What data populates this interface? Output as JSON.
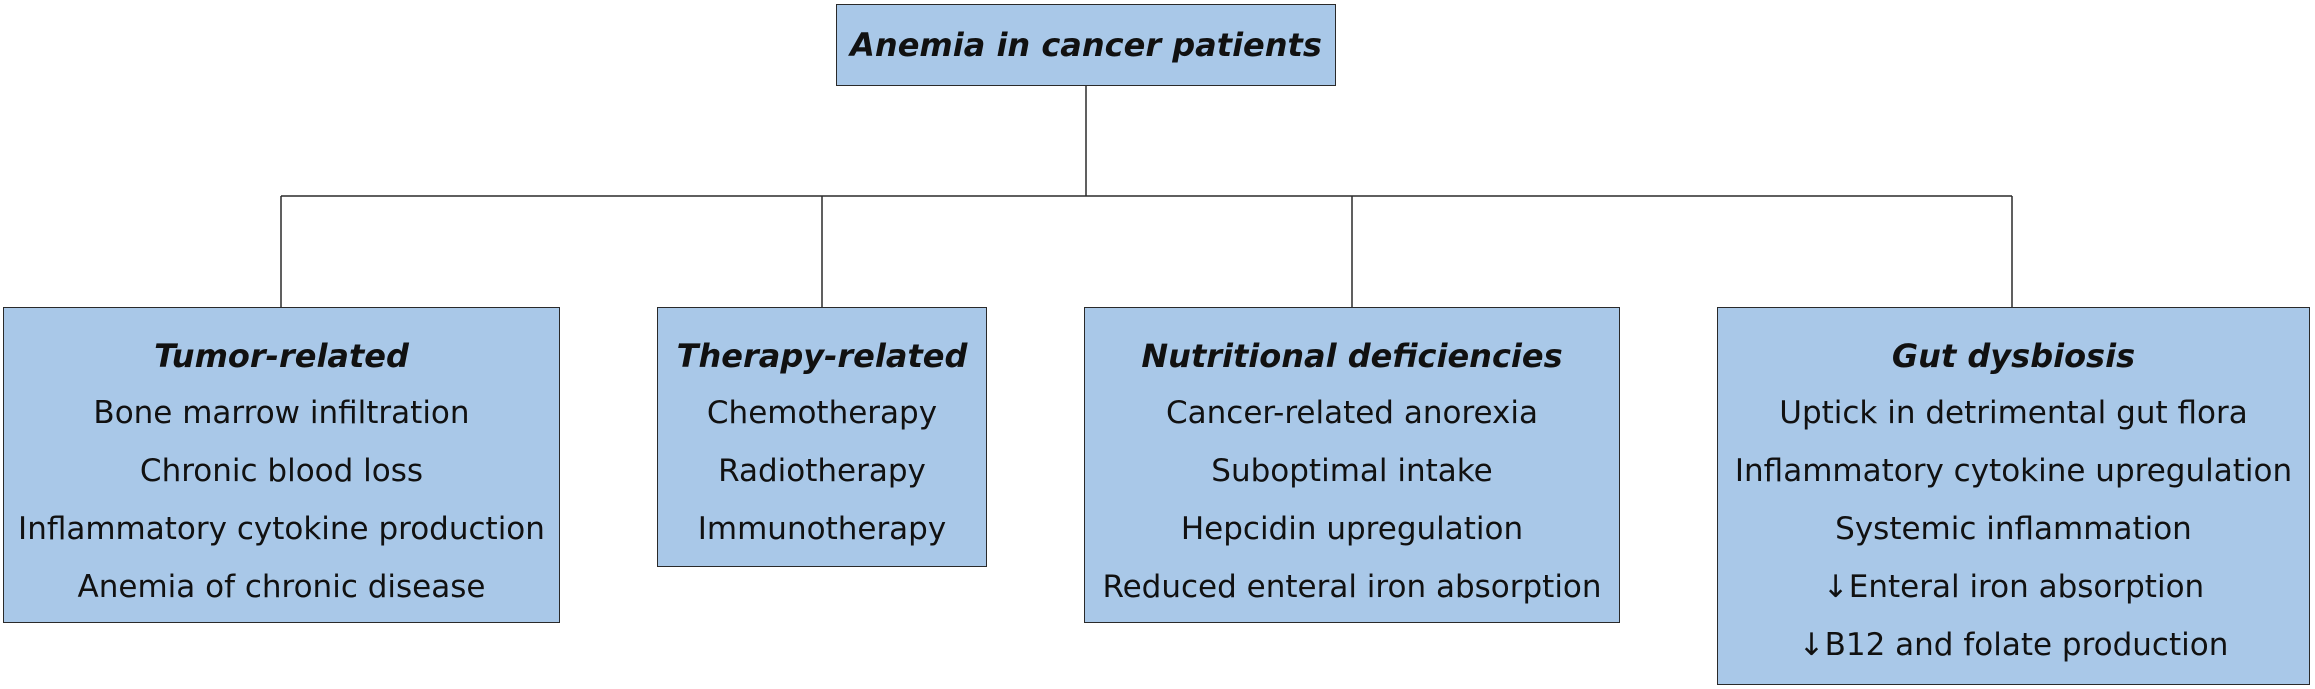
{
  "diagram": {
    "root": {
      "title": "Anemia in cancer patients"
    },
    "categories": [
      {
        "title": "Tumor-related",
        "items": [
          "Bone marrow infiltration",
          "Chronic blood loss",
          "Inflammatory cytokine production",
          "Anemia of chronic disease"
        ]
      },
      {
        "title": "Therapy-related",
        "items": [
          "Chemotherapy",
          "Radiotherapy",
          "Immunotherapy"
        ]
      },
      {
        "title": "Nutritional deficiencies",
        "items": [
          "Cancer-related anorexia",
          "Suboptimal intake",
          "Hepcidin upregulation",
          "Reduced enteral iron absorption"
        ]
      },
      {
        "title": "Gut dysbiosis",
        "items": [
          "Uptick in detrimental gut flora",
          "Inflammatory cytokine upregulation",
          "Systemic inflammation",
          "↓Enteral iron absorption",
          "↓B12 and folate production"
        ]
      }
    ],
    "colors": {
      "box_fill": "#a9c8e8",
      "box_border": "#2a2a2a",
      "connector": "#2a2a2a",
      "text": "#111111"
    }
  }
}
